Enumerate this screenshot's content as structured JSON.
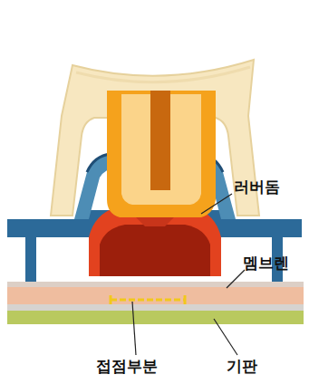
{
  "diagram": {
    "labels": [
      "러버돔",
      "멤브렌",
      "접점부분",
      "기판"
    ]
  }
}
